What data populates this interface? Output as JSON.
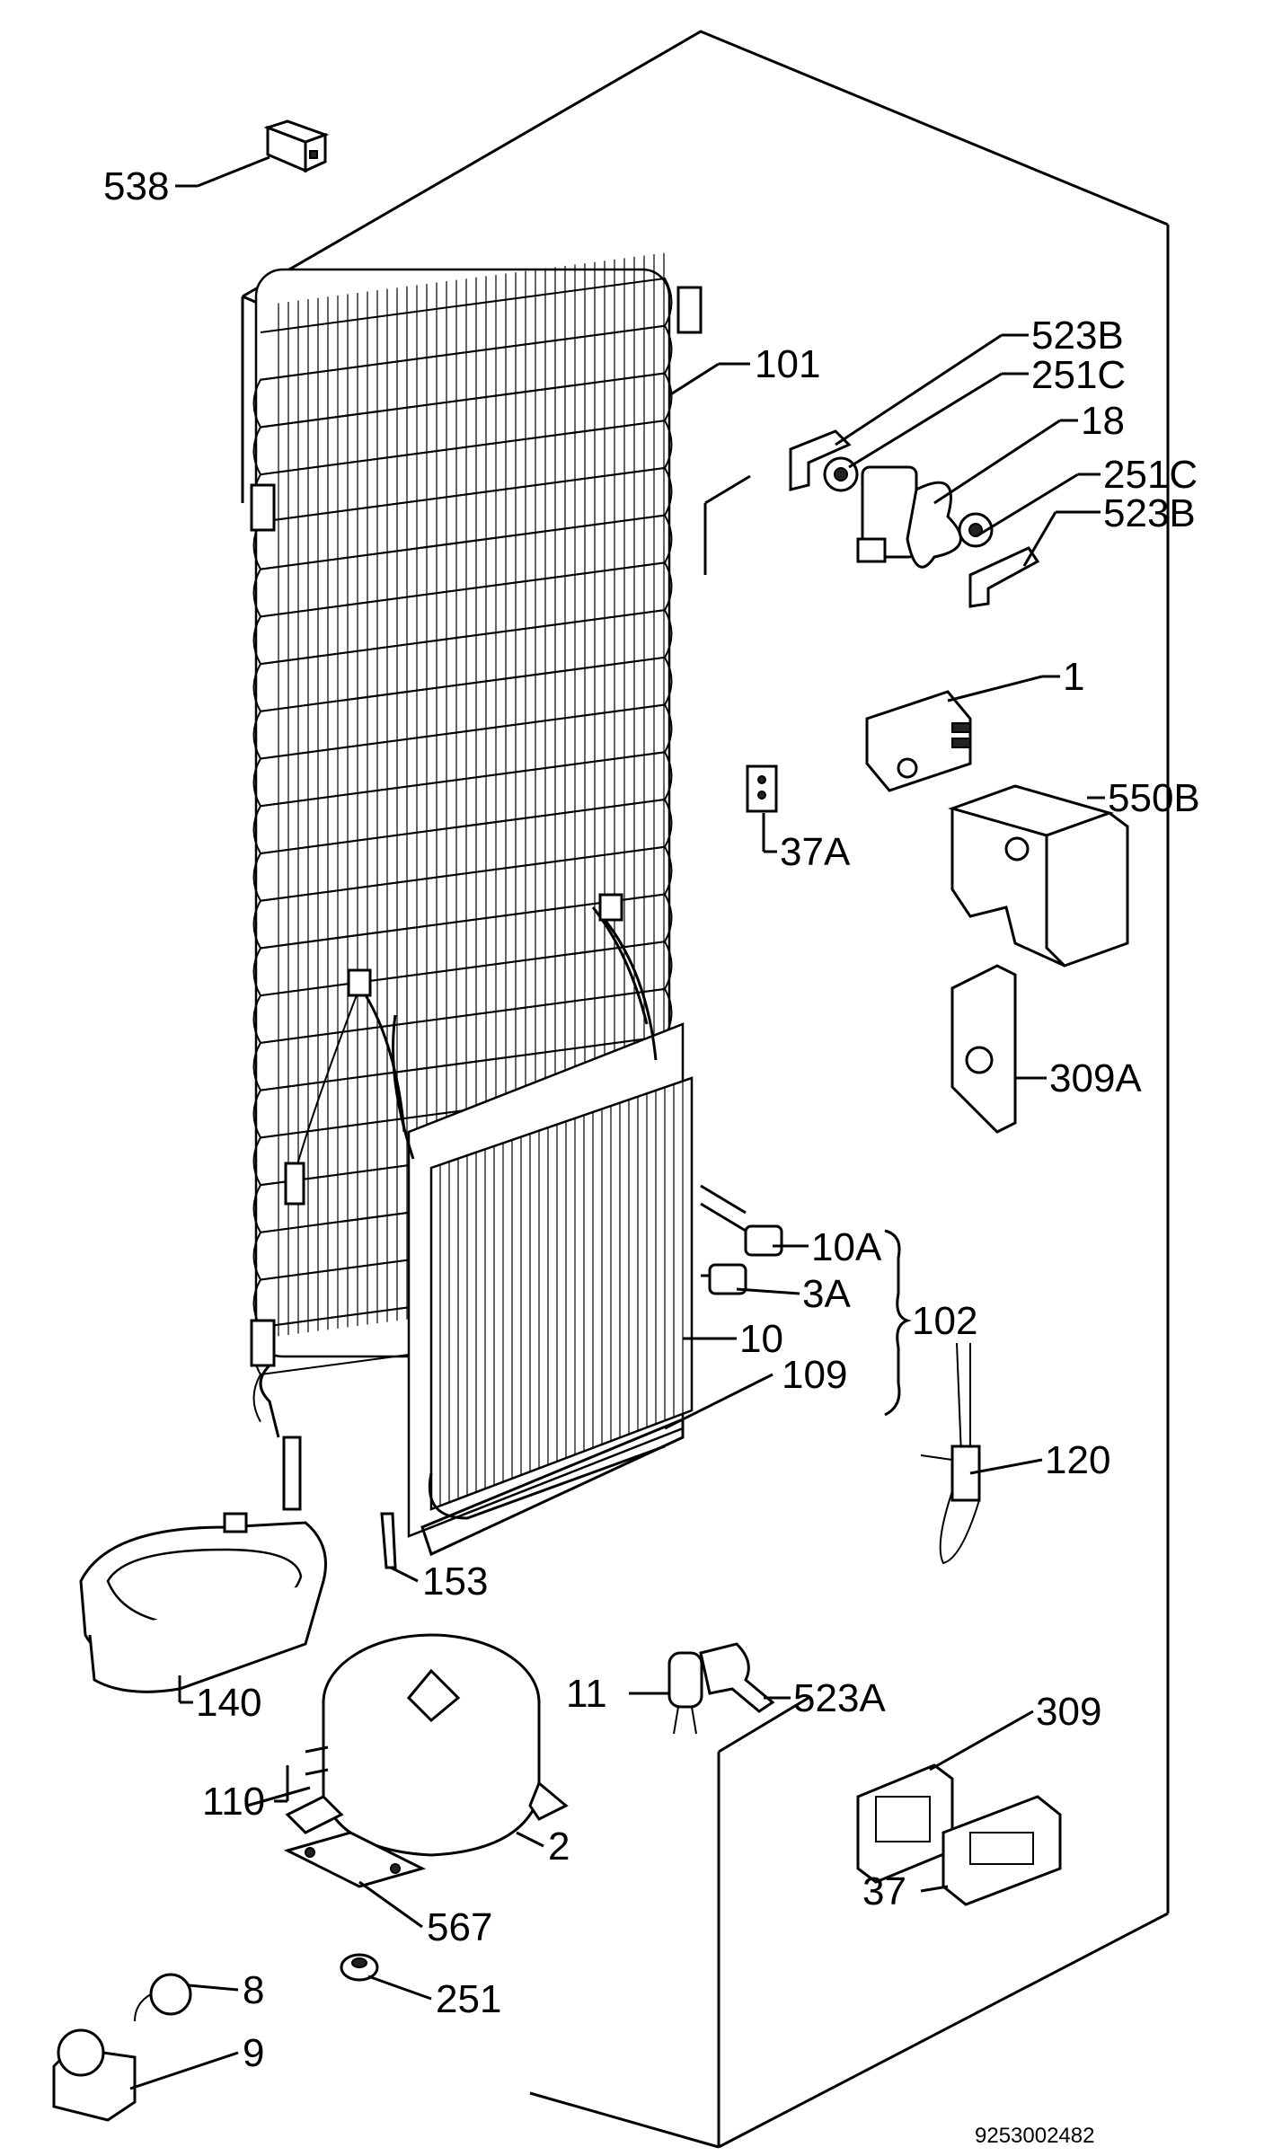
{
  "diagram": {
    "drawing_code": "9253002482",
    "labels": {
      "p538": "538",
      "p101": "101",
      "p523b_1": "523B",
      "p251c_1": "251C",
      "p18": "18",
      "p251c_2": "251C",
      "p523b_2": "523B",
      "p1": "1",
      "p550b": "550B",
      "p37a": "37A",
      "p309a": "309A",
      "p10a": "10A",
      "p3a": "3A",
      "p102": "102",
      "p10": "10",
      "p109": "109",
      "p120": "120",
      "p153": "153",
      "p140": "140",
      "p11": "11",
      "p523a": "523A",
      "p309": "309",
      "p110": "110",
      "p2": "2",
      "p37": "37",
      "p567": "567",
      "p8": "8",
      "p251": "251",
      "p9": "9"
    }
  }
}
